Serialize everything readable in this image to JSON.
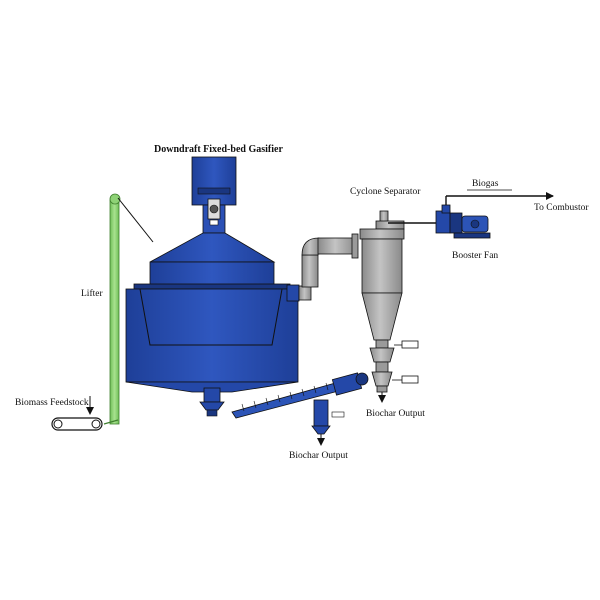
{
  "labels": {
    "gasifier_title": "Downdraft Fixed-bed Gasifier",
    "cyclone": "Cyclone Separator",
    "biogas": "Biogas",
    "to_combustor": "To Combustor",
    "booster_fan": "Booster Fan",
    "lifter": "Lifter",
    "biomass_feedstock": "Biomass Feedstock",
    "biochar_output_cyclone": "Biochar Output",
    "biochar_output_screw": "Biochar Output"
  },
  "colors": {
    "gasifier_blue": "#2448a8",
    "gasifier_blue_dark": "#1a3680",
    "gasifier_blue_light": "#3a62c4",
    "steel_gray": "#a7a7a7",
    "steel_gray_dark": "#7d7d7d",
    "lifter_green": "#8ed276",
    "outline": "#111111"
  }
}
